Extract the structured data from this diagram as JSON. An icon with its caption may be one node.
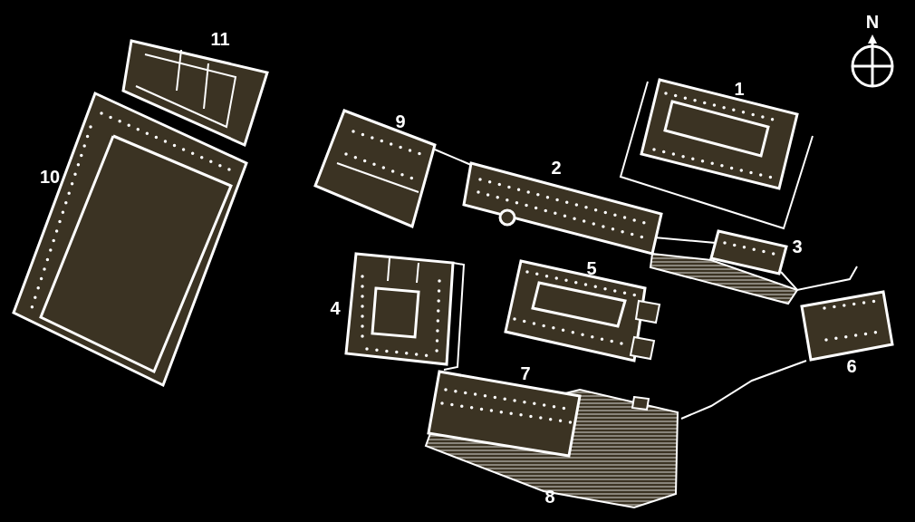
{
  "diagram": {
    "labels": [
      "N",
      "11",
      "1",
      "9",
      "2",
      "10",
      "3",
      "5",
      "4",
      "6",
      "7",
      "8"
    ]
  }
}
